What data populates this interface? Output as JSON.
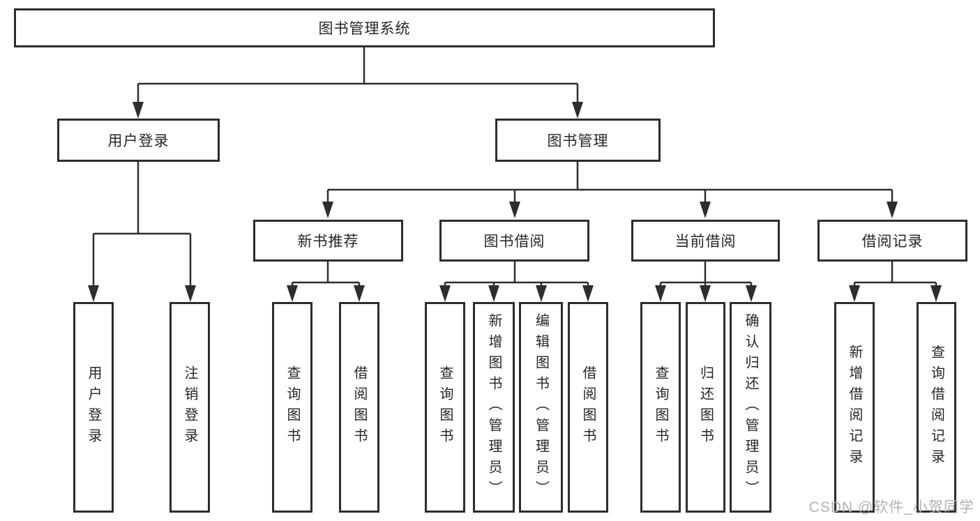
{
  "diagram": {
    "root": {
      "label": "图书管理系统"
    },
    "level2": [
      {
        "label": "用户登录"
      },
      {
        "label": "图书管理"
      }
    ],
    "level3": [
      {
        "label": "新书推荐"
      },
      {
        "label": "图书借阅"
      },
      {
        "label": "当前借阅"
      },
      {
        "label": "借阅记录"
      }
    ],
    "leaves": {
      "user_login": [
        "用户登录",
        "注销登录"
      ],
      "new_books": [
        "查询图书",
        "借阅图书"
      ],
      "book_borrow": [
        "查询图书",
        "新增图书（管理员）",
        "编辑图书（管理员）",
        "借阅图书"
      ],
      "current_borrow": [
        "查询图书",
        "归还图书",
        "确认归还（管理员）"
      ],
      "borrow_records": [
        "新增借阅记录",
        "查询借阅记录"
      ]
    }
  },
  "watermark": {
    "text": "CSDN @软件_小贺同学"
  },
  "colors": {
    "line": "#2d2d2d",
    "text": "#262626",
    "watermark": "#aeb2b6",
    "background": "#ffffff"
  }
}
